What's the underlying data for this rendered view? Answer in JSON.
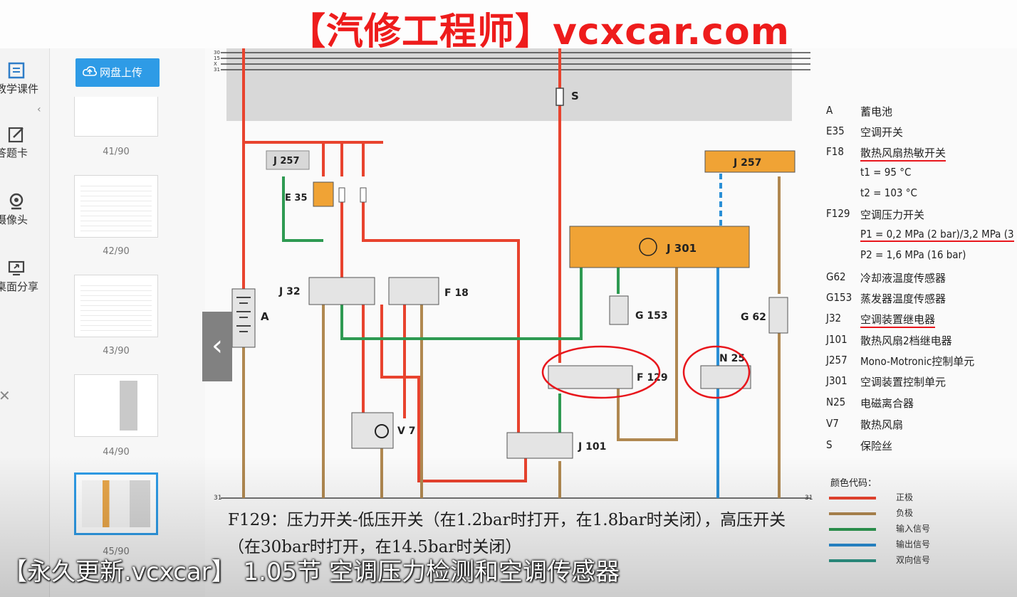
{
  "watermark": {
    "text": "【汽修工程师】vcxcar.com",
    "color": "#ee1c1c"
  },
  "left_rail": {
    "items": [
      {
        "label": "教学课件",
        "icon": "courseware-icon"
      },
      {
        "label": "答题卡",
        "icon": "answer-card-icon"
      },
      {
        "label": "摄像头",
        "icon": "camera-icon"
      },
      {
        "label": "桌面分享",
        "icon": "desktop-share-icon"
      }
    ],
    "collapse_icon": "chevron-left-icon"
  },
  "thumbnails": {
    "upload_label": "网盘上传",
    "pages": [
      "41/90",
      "42/90",
      "43/90",
      "44/90",
      "45/90"
    ],
    "active": "45/90"
  },
  "document": {
    "prev_label": "‹",
    "schematic_labels": {
      "bus": [
        "30",
        "15",
        "X",
        "31"
      ],
      "fuse": "S",
      "ecu_left": "J 257",
      "ecu_right": "J 257",
      "switch_e35": "E 35",
      "relay_j32": "J 32",
      "switch_f18": "F 18",
      "battery": "A",
      "ctrl_j301": "J 301",
      "sensor_g153": "G 153",
      "sensor_g62": "G 62",
      "switch_f129": "F 129",
      "clutch_n25": "N 25",
      "fan_v7": "V 7",
      "relay_j101": "J 101",
      "ground": "31"
    },
    "legend": [
      {
        "code": "A",
        "desc": "蓄电池"
      },
      {
        "code": "E35",
        "desc": "空调开关"
      },
      {
        "code": "F18",
        "desc": "散热风扇热敏开关"
      },
      {
        "code": "",
        "desc": "t1 = 95 °C"
      },
      {
        "code": "",
        "desc": "t2 = 103 °C"
      },
      {
        "code": "F129",
        "desc": "空调压力开关"
      },
      {
        "code": "",
        "desc": "P1 = 0,2 MPa (2 bar)/3,2 MPa (3"
      },
      {
        "code": "",
        "desc": "P2 = 1,6 MPa (16 bar)"
      },
      {
        "code": "G62",
        "desc": "冷却液温度传感器"
      },
      {
        "code": "G153",
        "desc": "蒸发器温度传感器"
      },
      {
        "code": "J32",
        "desc": "空调装置继电器"
      },
      {
        "code": "J101",
        "desc": "散热风扇2档继电器"
      },
      {
        "code": "J257",
        "desc": "Mono-Motronic控制单元"
      },
      {
        "code": "J301",
        "desc": "空调装置控制单元"
      },
      {
        "code": "N25",
        "desc": "电磁离合器"
      },
      {
        "code": "V7",
        "desc": "散热风扇"
      },
      {
        "code": "S",
        "desc": "保险丝"
      }
    ],
    "color_code": {
      "title": "颜色代码：",
      "items": [
        {
          "label": "正极",
          "color": "#e8432e"
        },
        {
          "label": "负极",
          "color": "#b08850"
        },
        {
          "label": "输入信号",
          "color": "#2e9a52"
        },
        {
          "label": "输出信号",
          "color": "#2a8fd6"
        },
        {
          "label": "双向信号",
          "color": "#2e9a8a"
        }
      ]
    },
    "note": "F129：压力开关-低压开关（在1.2bar时打开，在1.8bar时关闭），高压开关（在30bar时打开，在14.5bar时关闭）"
  },
  "caption": "【永久更新.vcxcar】 1.05节 空调压力检测和空调传感器"
}
